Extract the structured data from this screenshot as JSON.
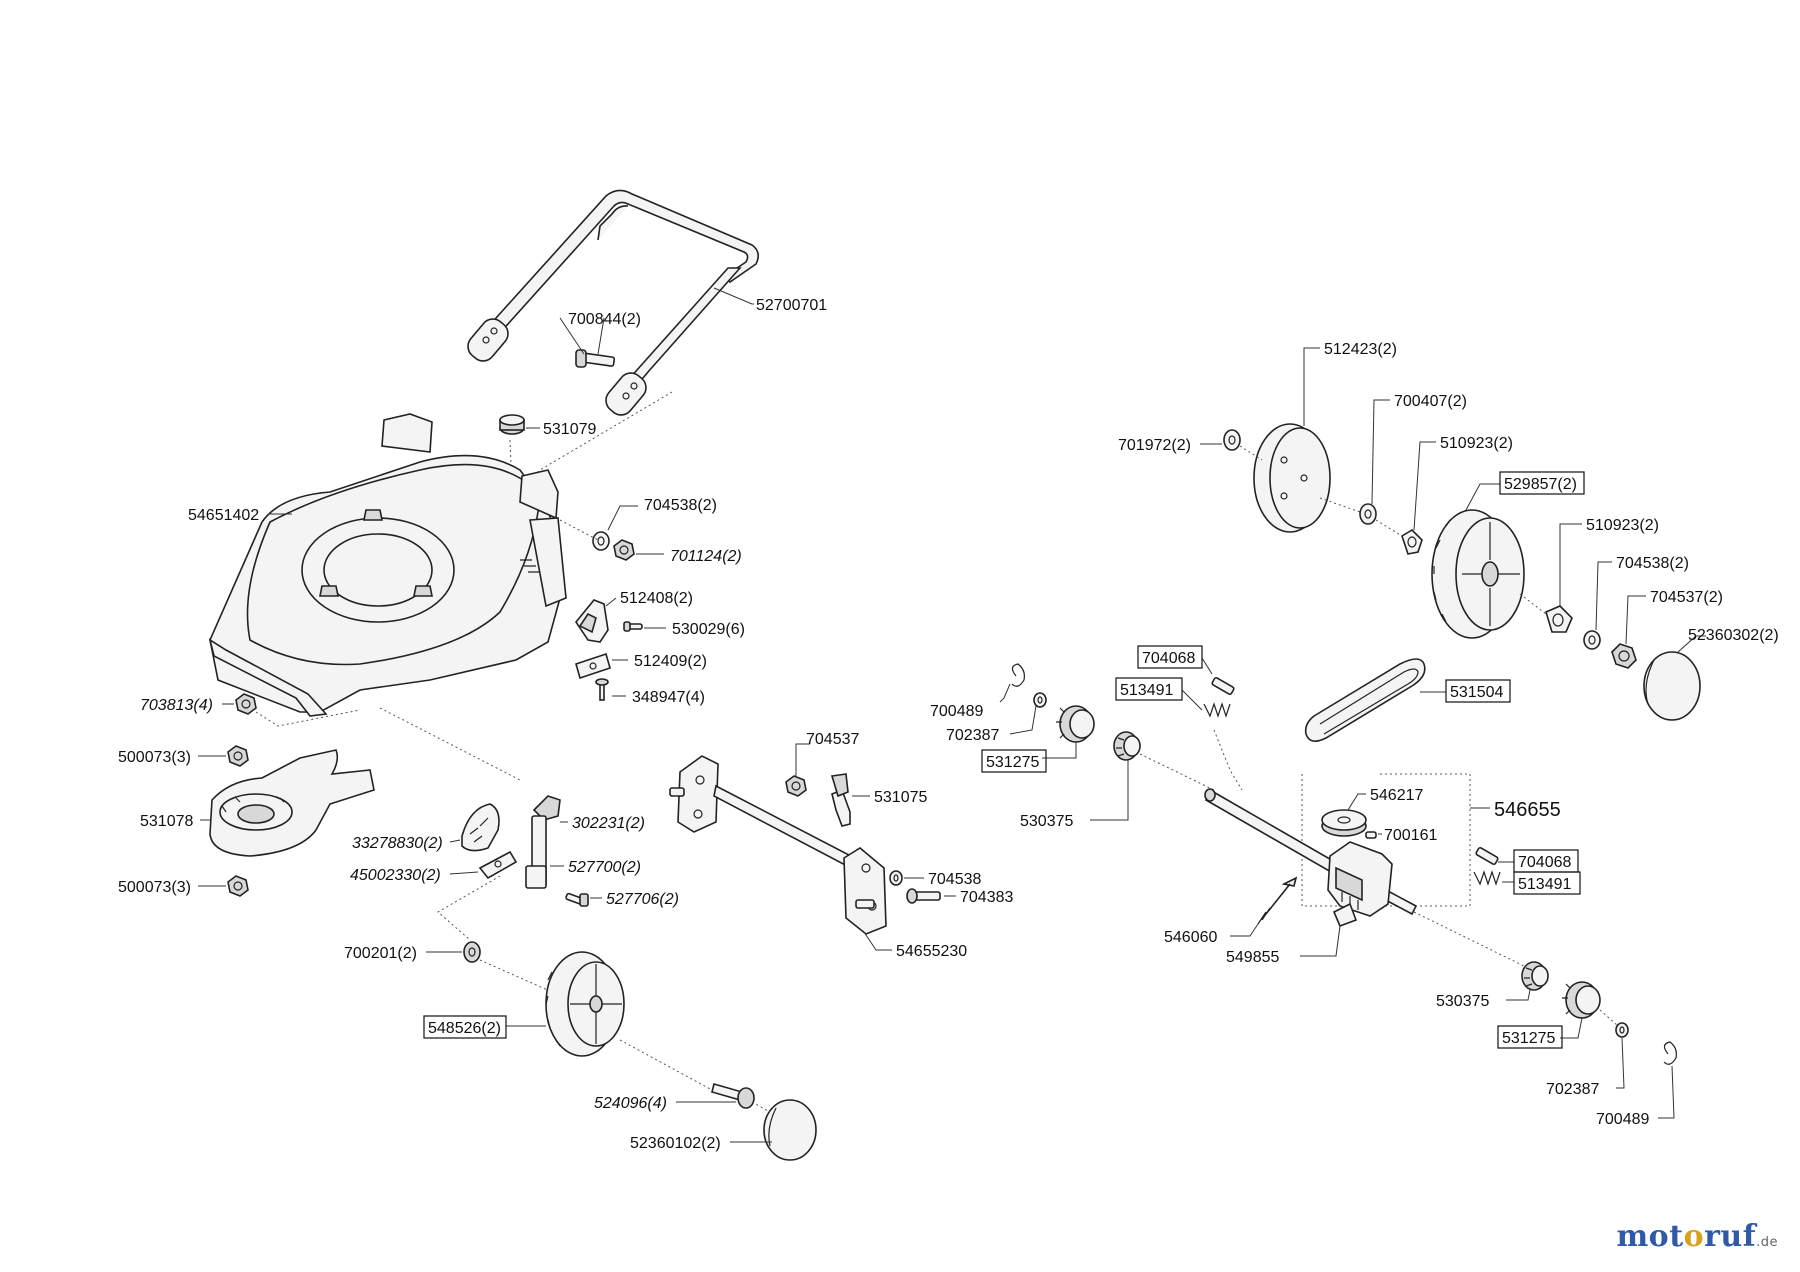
{
  "labels": {
    "handle": "52700701",
    "handle_bolt": "700844(2)",
    "plug": "531079",
    "deck": "54651402",
    "washer_a": "704538(2)",
    "nut_a": "701124(2)",
    "bracket_a": "512408(2)",
    "screw_a": "530029(6)",
    "plate_a": "512409(2)",
    "screw_b": "348947(4)",
    "nut_deck": "703813(4)",
    "nut_top": "500073(3)",
    "chute": "531078",
    "nut_bottom": "500073(3)",
    "height_plate": "33278830(2)",
    "height_lever": "302231(2)",
    "spring_clip": "45002330(2)",
    "lever_arm": "527700(2)",
    "lever_screw": "527706(2)",
    "front_nut": "700201(2)",
    "front_wheel": "548526(2)",
    "front_bolt": "524096(4)",
    "front_cap": "52360102(2)",
    "axle_nut": "704537",
    "axle_lever": "531075",
    "axle_washer": "704538",
    "axle_bolt": "704383",
    "axle": "54655230",
    "hub_cover": "512423(2)",
    "hub_washer": "701972(2)",
    "bushing": "700407(2)",
    "spacer_a": "510923(2)",
    "rear_wheel": "529857(2)",
    "spacer_b": "510923(2)",
    "rear_washer": "704538(2)",
    "rear_nut": "704537(2)",
    "rear_cap": "52360302(2)",
    "key_a": "704068",
    "spring_a": "513491",
    "belt": "531504",
    "clip_left": "700489",
    "washer_left": "702387",
    "pinion_left": "531275",
    "bearing_left": "530375",
    "pulley": "546217",
    "gearbox_assy": "546655",
    "pulley_pin": "700161",
    "key_b": "704068",
    "spring_b": "513491",
    "cable_rod": "546060",
    "gearbox": "549855",
    "bearing_right": "530375",
    "pinion_right": "531275",
    "washer_right": "702387",
    "clip_right": "700489"
  },
  "brand": {
    "part1": "mot",
    "part2": "o",
    "part3": "ruf",
    "tld": ".de"
  }
}
